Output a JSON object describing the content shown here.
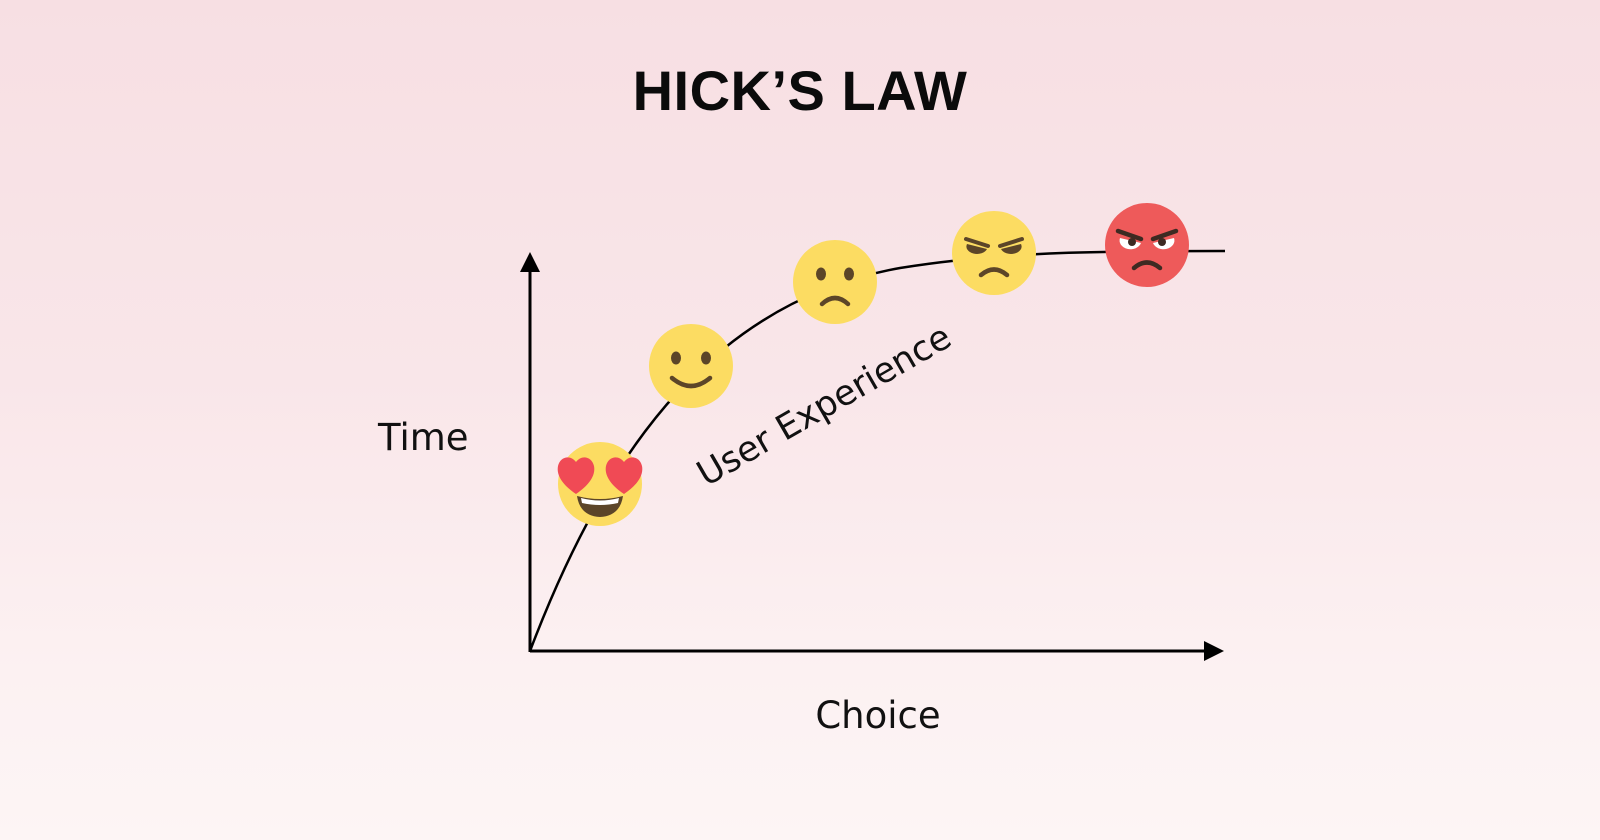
{
  "title": "HICK’S LAW",
  "axes": {
    "y_label": "Time",
    "x_label": "Choice"
  },
  "curve_label": "User Experience",
  "emojis": [
    {
      "name": "heart-eyes-emoji-icon",
      "mood": "delighted",
      "color": "#fcdc62"
    },
    {
      "name": "smiling-emoji-icon",
      "mood": "happy",
      "color": "#fcdc62"
    },
    {
      "name": "frowning-emoji-icon",
      "mood": "sad",
      "color": "#fcdc62"
    },
    {
      "name": "annoyed-emoji-icon",
      "mood": "annoyed",
      "color": "#fcdc62"
    },
    {
      "name": "angry-emoji-icon",
      "mood": "angry",
      "color": "#ee5a5a"
    }
  ],
  "colors": {
    "line": "#000000",
    "emoji_yellow": "#fcdc62",
    "emoji_red": "#ee5a5a",
    "emoji_feature": "#5c4528",
    "heart": "#f04a55"
  }
}
